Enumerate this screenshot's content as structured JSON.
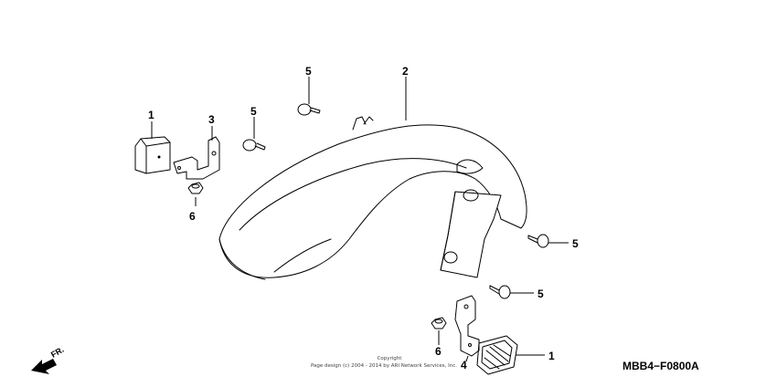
{
  "callouts": {
    "pad_left": "1",
    "fender": "2",
    "stay_left": "3",
    "stay_right": "4",
    "bolt_top_left": "5",
    "bolt_top_center": "5",
    "bolt_right_upper": "5",
    "bolt_right_lower": "5",
    "nut_left": "6",
    "nut_right": "6",
    "pad_right": "1"
  },
  "direction_label": "FR.",
  "drawing_code": "MBB4−F0800A",
  "copyright": {
    "line1": "Copyright",
    "line2": "Page design (c) 2004 - 2014 by ARI Network Services, Inc."
  }
}
